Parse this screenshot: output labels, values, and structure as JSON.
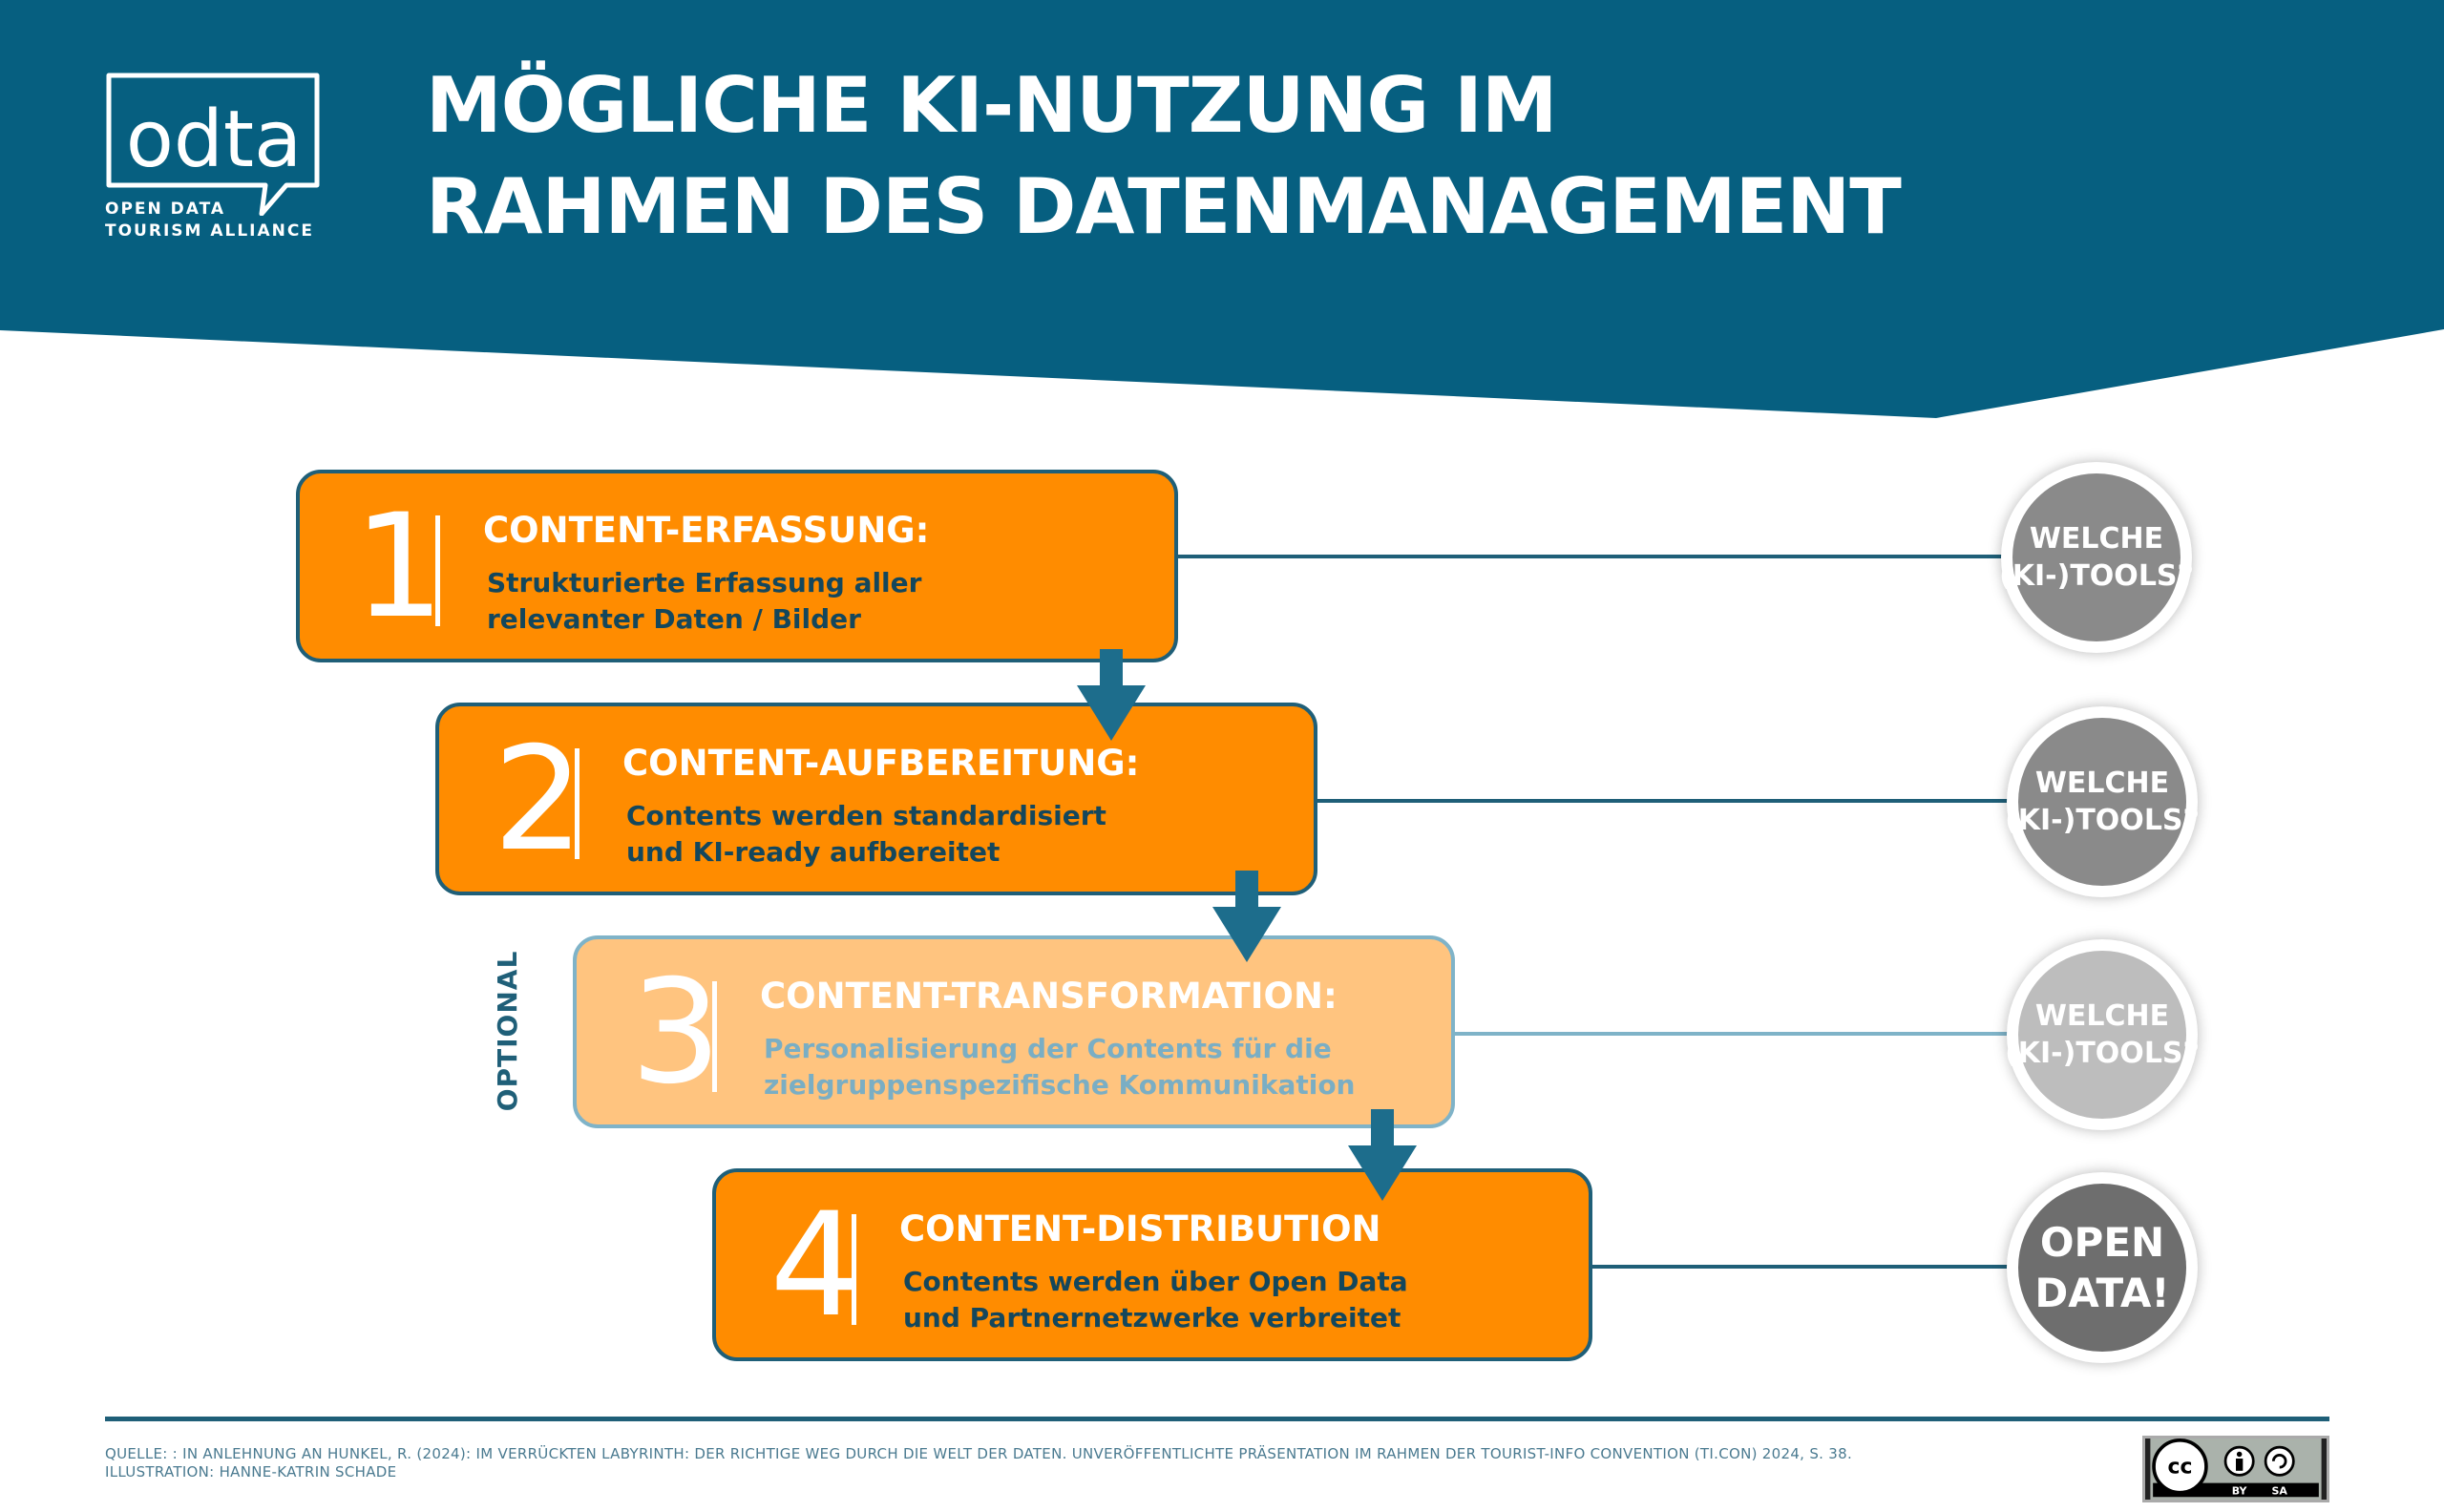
{
  "header": {
    "logo_word": "odta",
    "logo_line1": "OPEN DATA",
    "logo_line2": "TOURISM ALLIANCE",
    "title_line1": "MÖGLICHE KI-NUTZUNG IM",
    "title_line2": "RAHMEN DES DATENMANAGEMENT"
  },
  "steps": [
    {
      "number": "1",
      "heading": "CONTENT-ERFASSUNG:",
      "desc_line1": "Strukturierte Erfassung aller",
      "desc_line2": "relevanter Daten / Bilder"
    },
    {
      "number": "2",
      "heading": "CONTENT-AUFBEREITUNG:",
      "desc_line1": "Contents werden standardisiert",
      "desc_line2": "und KI-ready aufbereitet"
    },
    {
      "number": "3",
      "heading": "CONTENT-TRANSFORMATION:",
      "desc_line1": "Personalisierung der Contents für die",
      "desc_line2": "zielgruppenspezifische Kommunikation"
    },
    {
      "number": "4",
      "heading": "CONTENT-DISTRIBUTION",
      "desc_line1": "Contents werden über Open Data",
      "desc_line2": "und Partnernetzwerke verbreitet"
    }
  ],
  "optional_label": "OPTIONAL",
  "circles": [
    {
      "line1": "WELCHE",
      "line2": "(KI-)TOOLS?"
    },
    {
      "line1": "WELCHE",
      "line2": "(KI-)TOOLS?"
    },
    {
      "line1": "WELCHE",
      "line2": "(KI-)TOOLS?"
    },
    {
      "line1": "OPEN",
      "line2": "DATA!"
    }
  ],
  "footer": {
    "source_line1": "QUELLE: : IN ANLEHNUNG AN HUNKEL, R. (2024): IM VERRÜCKTEN LABYRINTH: DER RICHTIGE WEG DURCH DIE WELT DER DATEN. UNVERÖFFENTLICHTE PRÄSENTATION IM RAHMEN DER TOURIST-INFO CONVENTION (TI.CON) 2024, S. 38.",
    "source_line2": "ILLUSTRATION: HANNE-KATRIN SCHADE",
    "license_cc": "cc",
    "license_by": "BY",
    "license_sa": "SA"
  },
  "colors": {
    "banner": "#065f80",
    "step_orange": "#ff8c00",
    "step_light": "#ffc47f",
    "connector": "#1f5f78",
    "arrow": "#1d6d8c",
    "circle_gray": "#8a8a8a",
    "circle_pale": "#bdbdbd",
    "circle_dark": "#6e6e6e"
  }
}
